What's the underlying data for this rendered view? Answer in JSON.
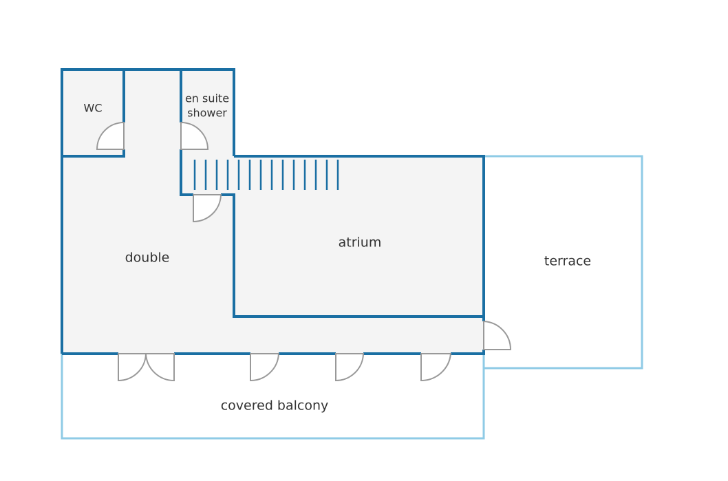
{
  "colors": {
    "wall": "#1a6fa3",
    "outdoor": "#8fcbe6",
    "floor": "#f4f4f4",
    "door": "#999999",
    "text": "#333333"
  },
  "rooms": {
    "wc": "WC",
    "en_suite_line1": "en suite",
    "en_suite_line2": "shower",
    "double": "double",
    "atrium": "atrium",
    "terrace": "terrace",
    "covered_balcony": "covered balcony"
  }
}
